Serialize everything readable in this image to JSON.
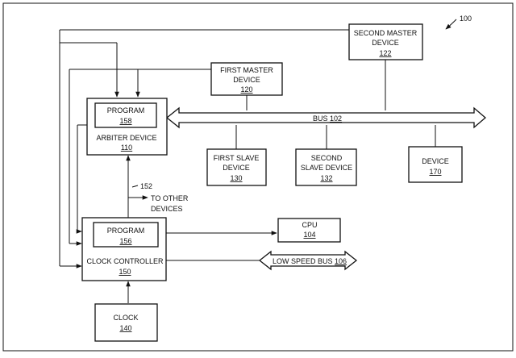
{
  "figure_ref": "100",
  "bus": {
    "label": "BUS",
    "num": "102"
  },
  "low_speed_bus": {
    "label": "LOW SPEED BUS",
    "num": "106"
  },
  "wire_label": "152",
  "to_other_devices": [
    "TO OTHER",
    "DEVICES"
  ],
  "boxes": {
    "second_master": {
      "lines": [
        "SECOND MASTER",
        "DEVICE"
      ],
      "num": "122"
    },
    "first_master": {
      "lines": [
        "FIRST MASTER",
        "DEVICE"
      ],
      "num": "120"
    },
    "arbiter_program": {
      "lines": [
        "PROGRAM"
      ],
      "num": "158"
    },
    "arbiter": {
      "lines": [
        "ARBITER DEVICE"
      ],
      "num": "110"
    },
    "first_slave": {
      "lines": [
        "FIRST SLAVE",
        "DEVICE"
      ],
      "num": "130"
    },
    "second_slave": {
      "lines": [
        "SECOND",
        "SLAVE DEVICE"
      ],
      "num": "132"
    },
    "device": {
      "lines": [
        "DEVICE"
      ],
      "num": "170"
    },
    "clock_program": {
      "lines": [
        "PROGRAM"
      ],
      "num": "156"
    },
    "clock_controller": {
      "lines": [
        "CLOCK CONTROLLER"
      ],
      "num": "150"
    },
    "cpu": {
      "lines": [
        "CPU"
      ],
      "num": "104"
    },
    "clock": {
      "lines": [
        "CLOCK"
      ],
      "num": "140"
    }
  }
}
